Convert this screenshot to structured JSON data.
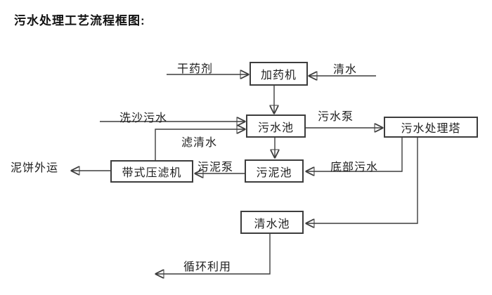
{
  "title": "污水处理工艺流程框图:",
  "colors": {
    "background": "#ffffff",
    "line": "#3d3d3d",
    "text": "#1e1e1e"
  },
  "diagram": {
    "type": "flowchart",
    "nodes": {
      "dosing_machine": "加药机",
      "sewage_pool": "污水池",
      "treatment_tower": "污水处理塔",
      "belt_filter_press": "带式压滤机",
      "sludge_pool": "污泥池",
      "clear_water_pool": "清水池"
    },
    "edge_labels": {
      "dry_agent": "干药剂",
      "clear_water": "清水",
      "sand_washing_sewage": "洗沙污水",
      "filtered_water": "滤清水",
      "sewage_pump": "污水泵",
      "sludge_pump": "污泥泵",
      "bottom_sewage": "底部污水",
      "mud_cake_out": "泥饼外运",
      "recycle": "循环利用"
    },
    "edges": [
      {
        "from": "",
        "label": "干药剂",
        "to": "加药机"
      },
      {
        "from": "",
        "label": "清水",
        "to": "加药机"
      },
      {
        "from": "加药机",
        "label": "",
        "to": "污水池"
      },
      {
        "from": "",
        "label": "洗沙污水",
        "to": "污水池"
      },
      {
        "from": "带式压滤机",
        "label": "滤清水",
        "to": "污水池"
      },
      {
        "from": "污水池",
        "label": "污水泵",
        "to": "污水处理塔"
      },
      {
        "from": "污水池",
        "label": "",
        "to": "污泥池"
      },
      {
        "from": "污水处理塔",
        "label": "底部污水",
        "to": "污泥池"
      },
      {
        "from": "污泥池",
        "label": "污泥泵",
        "to": "带式压滤机"
      },
      {
        "from": "带式压滤机",
        "label": "泥饼外运",
        "to": ""
      },
      {
        "from": "污水处理塔",
        "label": "",
        "to": "清水池"
      },
      {
        "from": "清水池",
        "label": "循环利用",
        "to": ""
      }
    ]
  }
}
